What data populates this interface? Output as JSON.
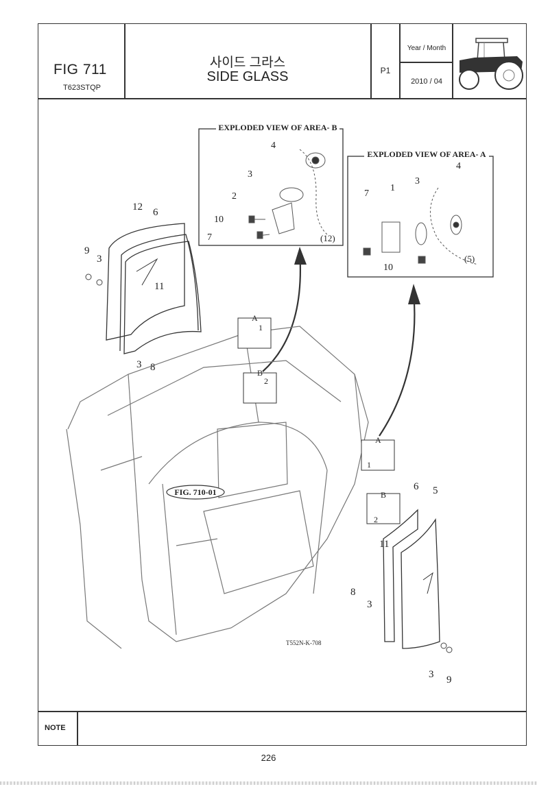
{
  "header": {
    "fig_no": "FIG 711",
    "model": "T623STQP",
    "title_ko": "사이드 그라스",
    "title_en": "SIDE GLASS",
    "page_code": "P1",
    "year_month_label": "Year / Month",
    "year_month_value": "2010 / 04"
  },
  "diagram": {
    "detail_b_title": "EXPLODED VIEW OF AREA- B",
    "detail_a_title": "EXPLODED VIEW OF AREA- A",
    "detail_b_callouts": [
      "4",
      "3",
      "2",
      "10",
      "7",
      "(12)"
    ],
    "detail_a_callouts": [
      "7",
      "1",
      "3",
      "4",
      "10",
      "(5)"
    ],
    "left_callouts": [
      "12",
      "6",
      "9",
      "3",
      "11",
      "3",
      "8"
    ],
    "right_callouts": [
      "6",
      "5",
      "11",
      "8",
      "3",
      "3",
      "9"
    ],
    "area_tags": [
      "A",
      "1",
      "B",
      "2",
      "A",
      "1",
      "B",
      "2"
    ],
    "fig_ref": "FIG. 710-01",
    "drawing_code": "T552N-K-708"
  },
  "footer": {
    "note_label": "NOTE",
    "page_number": "226"
  }
}
